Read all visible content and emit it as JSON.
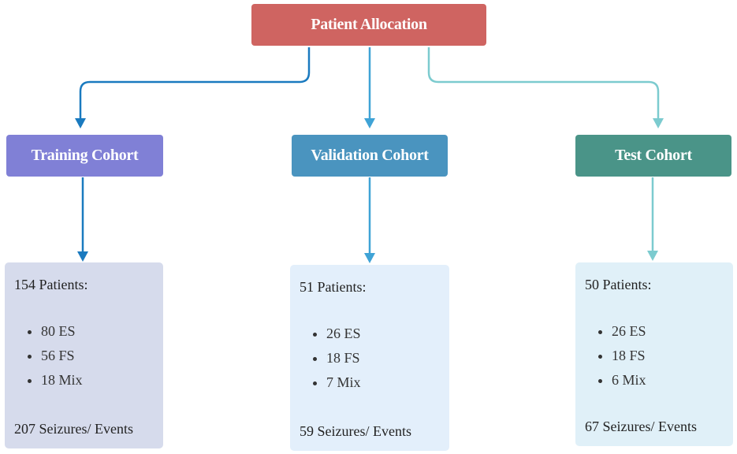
{
  "root": {
    "label": "Patient Allocation",
    "color": "#cf6461"
  },
  "cohorts": [
    {
      "label": "Training Cohort",
      "color": "#8080d6",
      "arrow_color": "#1a7abf",
      "fill": "#d6dbec",
      "patients": "154 Patients:",
      "items": [
        "80 ES",
        "56 FS",
        "18 Mix"
      ],
      "events": "207 Seizures/ Events"
    },
    {
      "label": "Validation Cohort",
      "color": "#4a94bf",
      "arrow_color": "#3fa3d6",
      "fill": "#e3effb",
      "patients": "51 Patients:",
      "items": [
        "26 ES",
        "18 FS",
        "7 Mix"
      ],
      "events": "59 Seizures/ Events"
    },
    {
      "label": "Test Cohort",
      "color": "#4a9488",
      "arrow_color": "#7ccbcf",
      "fill": "#e0f0f8",
      "patients": "50 Patients:",
      "items": [
        "26 ES",
        "18 FS",
        "6 Mix"
      ],
      "events": "67 Seizures/ Events"
    }
  ]
}
